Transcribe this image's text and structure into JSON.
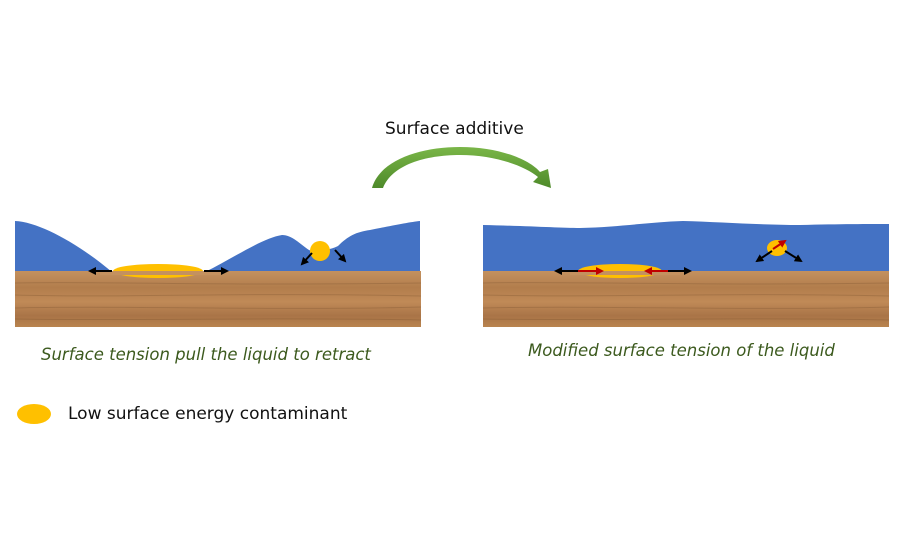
{
  "diagram": {
    "title": "Surface additive",
    "left_panel": {
      "caption": "Surface tension pull the liquid to retract"
    },
    "right_panel": {
      "caption": "Modified surface tension of the liquid"
    },
    "legend": {
      "label": "Low surface energy contaminant"
    },
    "colors": {
      "liquid": "#4472c4",
      "contaminant": "#ffc000",
      "substrate": "#b07c4e",
      "arrow_transition": "#5a9a2f",
      "force_arrow": "#000000",
      "modified_force_arrow": "#c00000",
      "caption": "#3c5a1e"
    }
  }
}
